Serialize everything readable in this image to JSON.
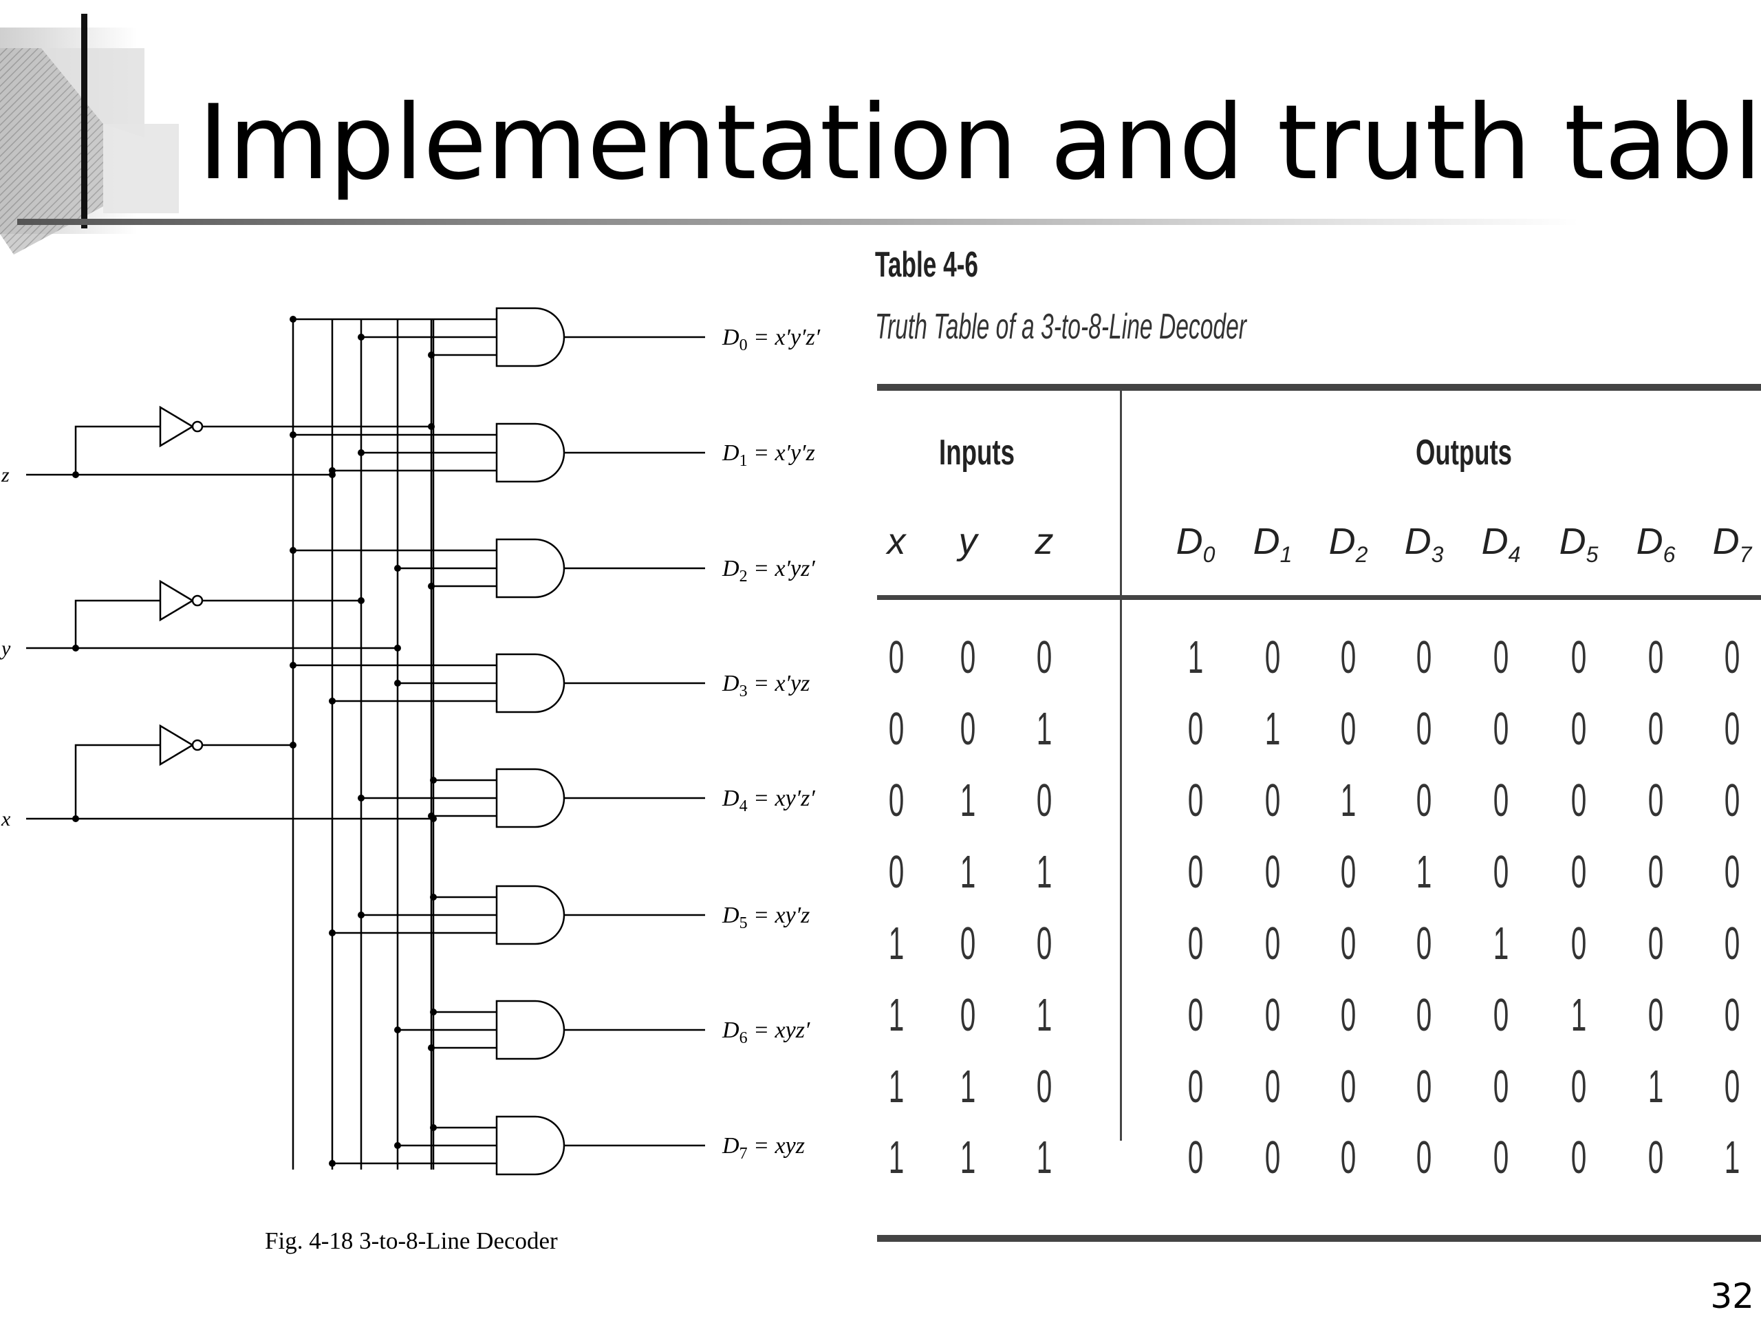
{
  "slide": {
    "title": "Implementation and truth table",
    "page_number": "32"
  },
  "circuit": {
    "inputs": [
      "z",
      "y",
      "x"
    ],
    "outputs": [
      {
        "sym": "D",
        "sub": "0",
        "expr": " = x′y′z′"
      },
      {
        "sym": "D",
        "sub": "1",
        "expr": " = x′y′z"
      },
      {
        "sym": "D",
        "sub": "2",
        "expr": " = x′yz′"
      },
      {
        "sym": "D",
        "sub": "3",
        "expr": " = x′yz"
      },
      {
        "sym": "D",
        "sub": "4",
        "expr": " = xy′z′"
      },
      {
        "sym": "D",
        "sub": "5",
        "expr": " = xy′z"
      },
      {
        "sym": "D",
        "sub": "6",
        "expr": " = xyz′"
      },
      {
        "sym": "D",
        "sub": "7",
        "expr": " = xyz"
      }
    ],
    "caption": "Fig. 4-18  3-to-8-Line Decoder"
  },
  "table": {
    "label": "Table 4-6",
    "title": "Truth Table of a 3-to-8-Line Decoder",
    "inputs_header": "Inputs",
    "outputs_header": "Outputs",
    "input_cols": [
      "x",
      "y",
      "z"
    ],
    "output_cols": [
      {
        "sym": "D",
        "sub": "0"
      },
      {
        "sym": "D",
        "sub": "1"
      },
      {
        "sym": "D",
        "sub": "2"
      },
      {
        "sym": "D",
        "sub": "3"
      },
      {
        "sym": "D",
        "sub": "4"
      },
      {
        "sym": "D",
        "sub": "5"
      },
      {
        "sym": "D",
        "sub": "6"
      },
      {
        "sym": "D",
        "sub": "7"
      }
    ],
    "rows": [
      [
        "0",
        "0",
        "0",
        "1",
        "0",
        "0",
        "0",
        "0",
        "0",
        "0",
        "0"
      ],
      [
        "0",
        "0",
        "1",
        "0",
        "1",
        "0",
        "0",
        "0",
        "0",
        "0",
        "0"
      ],
      [
        "0",
        "1",
        "0",
        "0",
        "0",
        "1",
        "0",
        "0",
        "0",
        "0",
        "0"
      ],
      [
        "0",
        "1",
        "1",
        "0",
        "0",
        "0",
        "1",
        "0",
        "0",
        "0",
        "0"
      ],
      [
        "1",
        "0",
        "0",
        "0",
        "0",
        "0",
        "0",
        "1",
        "0",
        "0",
        "0"
      ],
      [
        "1",
        "0",
        "1",
        "0",
        "0",
        "0",
        "0",
        "0",
        "1",
        "0",
        "0"
      ],
      [
        "1",
        "1",
        "0",
        "0",
        "0",
        "0",
        "0",
        "0",
        "0",
        "1",
        "0"
      ],
      [
        "1",
        "1",
        "1",
        "0",
        "0",
        "0",
        "0",
        "0",
        "0",
        "0",
        "1"
      ]
    ]
  }
}
